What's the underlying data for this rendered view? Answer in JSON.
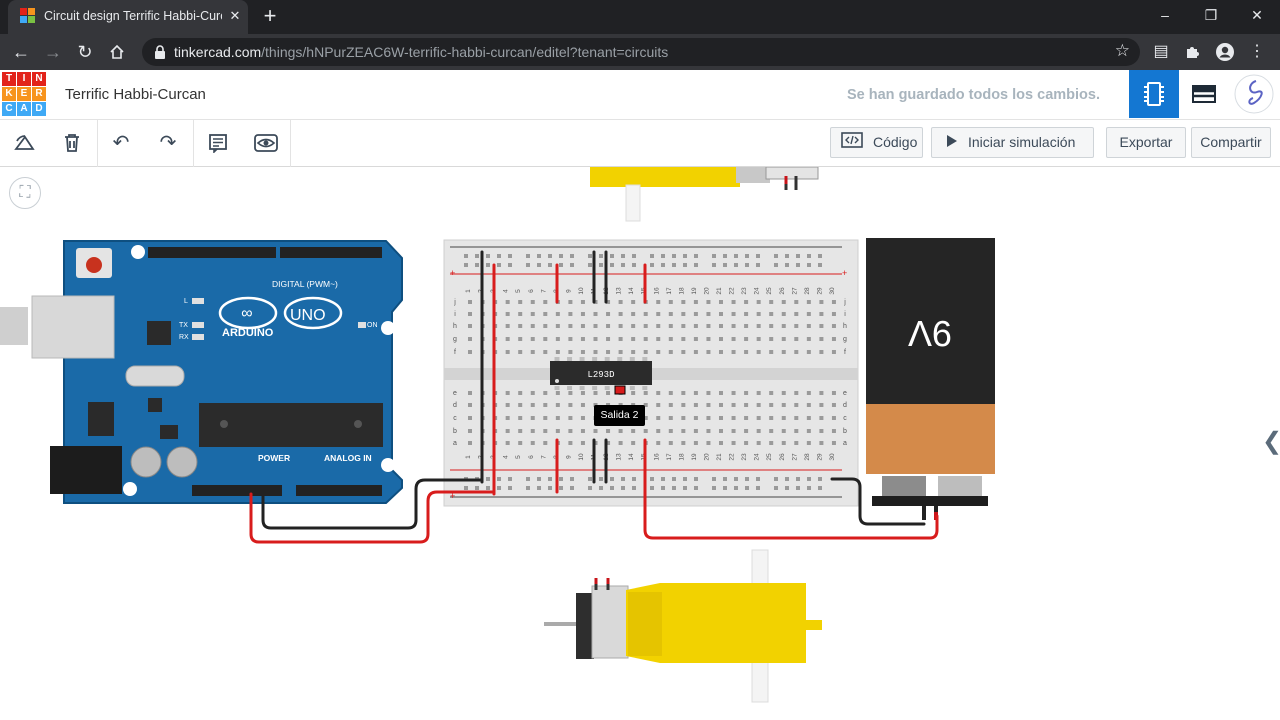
{
  "browser": {
    "tab_title": "Circuit design Terrific Habbi-Curcan",
    "tab_close": "✕",
    "new_tab": "+",
    "url_host": "tinkercad.com",
    "url_path": "/things/hNPurZEAC6W-terrific-habbi-curcan/editel?tenant=circuits",
    "window_controls": {
      "minimize": "–",
      "restore": "❐",
      "close": "✕"
    }
  },
  "header": {
    "logo_letters": [
      "TIN",
      "KER",
      "CAD"
    ],
    "design_title": "Terrific Habbi-Curcan",
    "saved_status": "Se han guardado todos los cambios."
  },
  "toolbar": {
    "code_label": "Código",
    "simulate_label": "Iniciar simulación",
    "export_label": "Exportar",
    "share_label": "Compartir"
  },
  "canvas": {
    "tooltip": "Salida 2",
    "chip_label": "L293D",
    "battery_label": "9V",
    "arduino": {
      "brand": "ARDUINO",
      "model": "UNO",
      "digital_label": "DIGITAL (PWM~)",
      "power_label": "POWER",
      "analog_label": "ANALOG IN",
      "on_label": "ON",
      "tx_label": "TX",
      "rx_label": "RX",
      "l_label": "L"
    },
    "breadboard": {
      "columns": [
        "1",
        "2",
        "3",
        "4",
        "5",
        "6",
        "7",
        "8",
        "9",
        "10",
        "11",
        "12",
        "13",
        "14",
        "15",
        "16",
        "17",
        "18",
        "19",
        "20",
        "21",
        "22",
        "23",
        "24",
        "25",
        "26",
        "27",
        "28",
        "29",
        "30"
      ],
      "rows_top": [
        "j",
        "i",
        "h",
        "g",
        "f"
      ],
      "rows_bottom": [
        "e",
        "d",
        "c",
        "b",
        "a"
      ]
    }
  },
  "colors": {
    "tinkercad_blue": "#1477d2",
    "arduino_blue": "#1a6aa8",
    "wire_red": "#d81c1c",
    "wire_black": "#222222",
    "motor_yellow": "#f2d200",
    "battery_orange": "#d48a4a"
  }
}
